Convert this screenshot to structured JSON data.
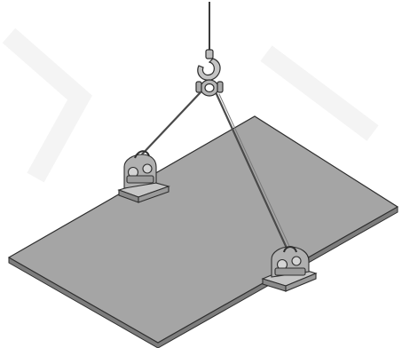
{
  "figure": {
    "subject": "sheet-lifting-rig",
    "components": [
      "hoist-line",
      "crane-hook",
      "master-link",
      "sling-left",
      "sling-right",
      "plate-clamp-left",
      "plate-clamp-right",
      "steel-plate"
    ]
  },
  "colors": {
    "background": "#ffffff",
    "plate_top": "#a5a5a5",
    "plate_edge": "#7d7d7d",
    "outline": "#2e2e2e",
    "metal_light": "#c9c9c9",
    "metal_mid": "#a9a9a9",
    "metal_dark": "#8a8a8a",
    "wire": "#4a4a4a"
  }
}
